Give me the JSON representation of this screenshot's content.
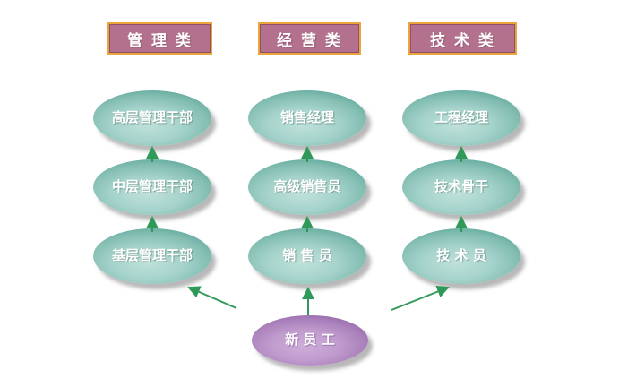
{
  "diagram_title": "career-path-diagram",
  "colors": {
    "background": "#ffffff",
    "header_fill": "#b3718e",
    "header_border": "#eca43c",
    "header_text": "#ffffff",
    "level_node_fill_light": "#bfe1da",
    "level_node_fill_dark": "#4f9a8e",
    "start_node_fill_light": "#cfaeda",
    "start_node_fill_dark": "#84589a",
    "node_text": "#ffffff",
    "arrow": "#2f9959"
  },
  "headers": [
    {
      "label": "管 理 类"
    },
    {
      "label": "经 营 类"
    },
    {
      "label": "技 术 类"
    }
  ],
  "columns": [
    {
      "name": "management",
      "levels": [
        "高层管理干部",
        "中层管理干部",
        "基层管理干部"
      ]
    },
    {
      "name": "sales",
      "levels": [
        "销售经理",
        "高级销售员",
        "销 售 员"
      ]
    },
    {
      "name": "technical",
      "levels": [
        "工程经理",
        "技术骨干",
        "技 术 员"
      ]
    }
  ],
  "start_node": {
    "label": "新 员 工"
  }
}
